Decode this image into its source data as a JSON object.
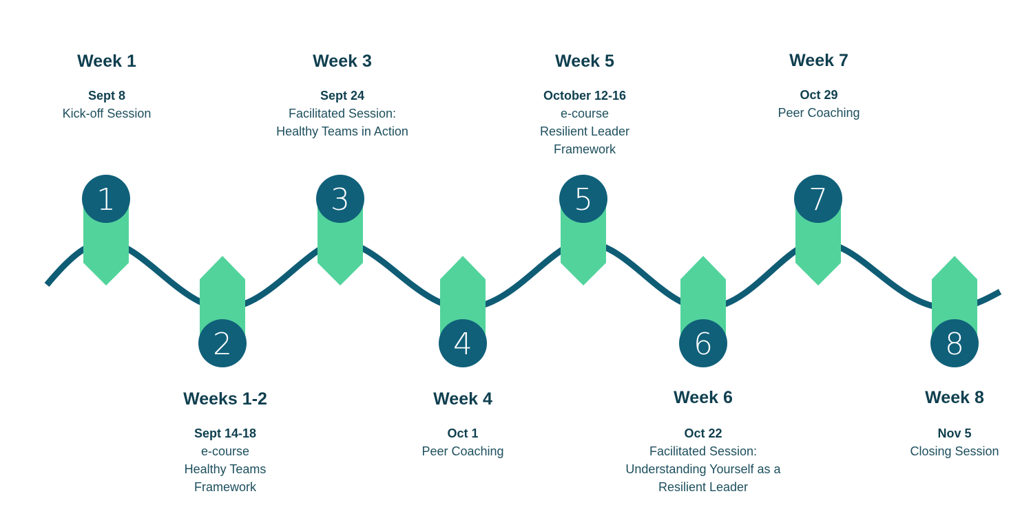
{
  "colors": {
    "wave": "#0f5c75",
    "marker": "#52d39c",
    "circle": "#10607a",
    "text": "#0f3f4f"
  },
  "milestones": [
    {
      "number": "1",
      "title": "Week 1",
      "date": "Sept 8",
      "lines": [
        "",
        "Kick-off Session"
      ]
    },
    {
      "number": "2",
      "title": "Weeks 1-2",
      "date": "Sept 14-18",
      "lines": [
        "e-course",
        "Healthy Teams",
        "Framework"
      ]
    },
    {
      "number": "3",
      "title": "Week 3",
      "date": "Sept 24",
      "lines": [
        "",
        "Facilitated Session:",
        "Healthy Teams in Action"
      ]
    },
    {
      "number": "4",
      "title": "Week 4",
      "date": "Oct 1",
      "lines": [
        "",
        "Peer Coaching"
      ]
    },
    {
      "number": "5",
      "title": "Week 5",
      "date": "October 12-16",
      "lines": [
        "e-course",
        "Resilient Leader",
        "Framework"
      ]
    },
    {
      "number": "6",
      "title": "Week 6",
      "date": "Oct 22",
      "lines": [
        "Facilitated Session:",
        "Understanding Yourself as a",
        "Resilient Leader"
      ]
    },
    {
      "number": "7",
      "title": "Week 7",
      "date": "Oct 29",
      "lines": [
        "",
        "Peer Coaching"
      ]
    },
    {
      "number": "8",
      "title": "Week 8",
      "date": "Nov 5",
      "lines": [
        "",
        "Closing Session"
      ]
    }
  ]
}
